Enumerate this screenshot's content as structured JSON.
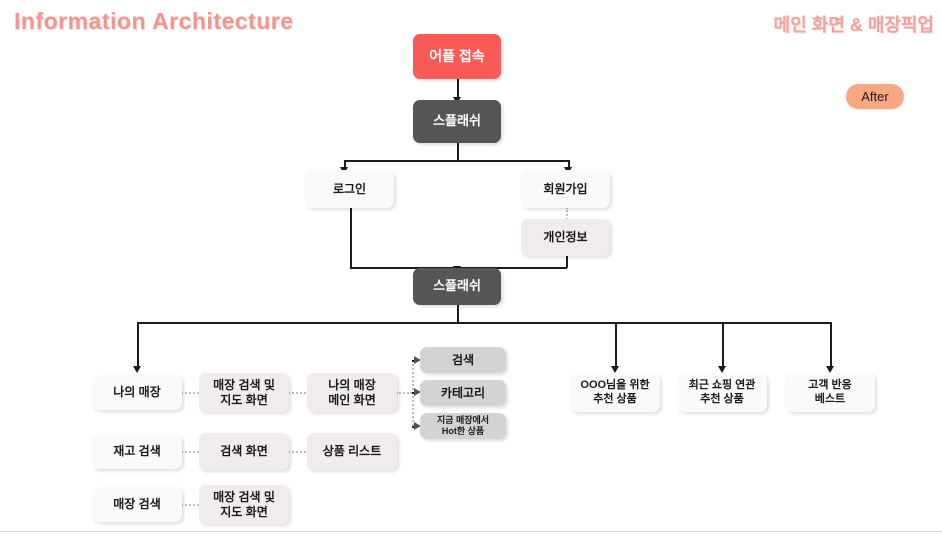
{
  "header": {
    "title_left": "Information Architecture",
    "title_right": "메인 화면 & 매장픽업",
    "accent_color": "#f4948f"
  },
  "badge": {
    "label": "After",
    "color": "#f9a783"
  },
  "palette": {
    "node_red": "#fa5b56",
    "node_dark": "#565656",
    "node_light": "#fbfafa",
    "node_grayish": "#efeceb",
    "node_gray": "#d3d3d3",
    "line": "#1c1c1c",
    "dotted": "#bdbdbd"
  },
  "nodes": {
    "app_access": "어플 접속",
    "splash_top": "스플래쉬",
    "login": "로그인",
    "signup": "회원가입",
    "personal_info": "개인정보",
    "splash_second": "스플래쉬",
    "my_store": "나의 매장",
    "store_search_map_1": "매장 검색 및\n지도 화면",
    "my_store_main": "나의 매장\n메인 화면",
    "search": "검색",
    "category": "카테고리",
    "hot_in_store": "지금 매장에서\nHot한 상품",
    "recommend_for_you": "OOO님을 위한\n추천 상품",
    "recent_shopping_related": "최근 쇼핑 연관\n추천 상품",
    "customer_best": "고객 반응\n베스트",
    "stock_search": "재고 검색",
    "search_screen": "검색 화면",
    "product_list": "상품 리스트",
    "store_search": "매장 검색",
    "store_search_map_2": "매장 검색 및\n지도 화면"
  }
}
